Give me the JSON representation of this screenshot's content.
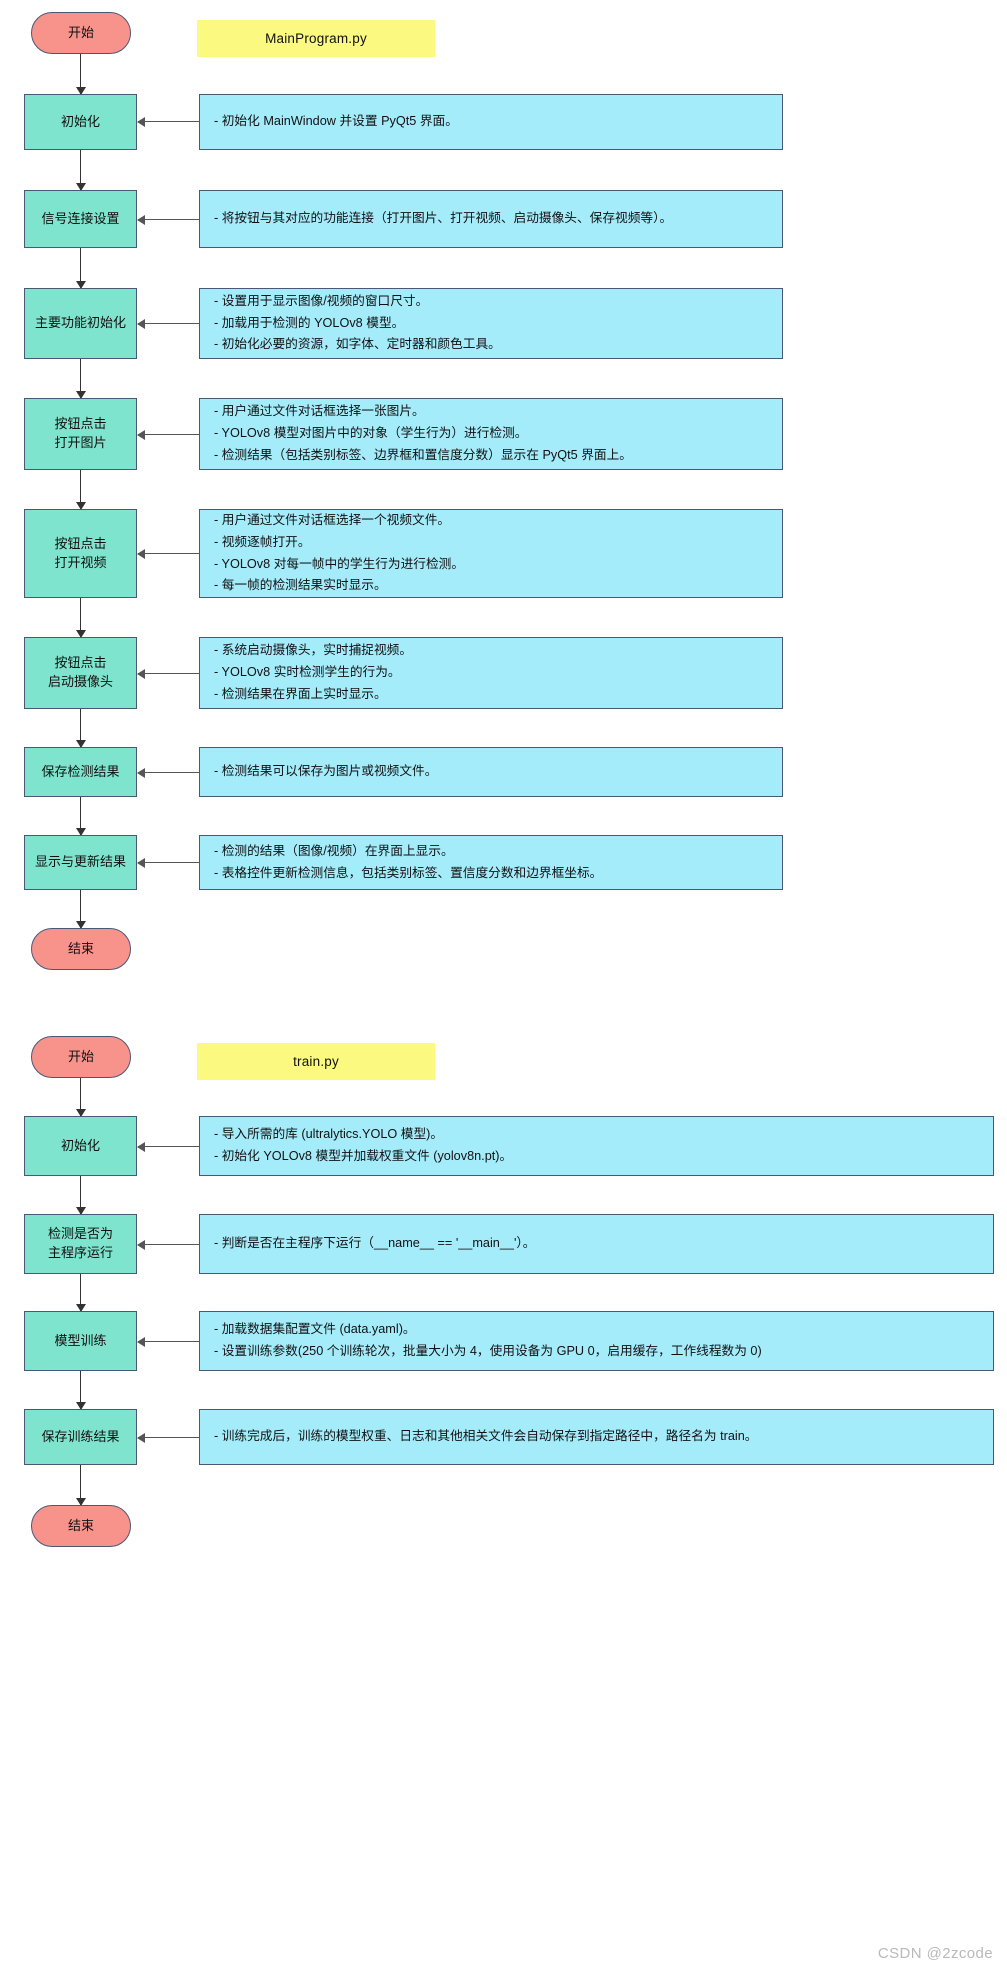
{
  "flowcharts": [
    {
      "title": "MainProgram.py",
      "start_label": "开始",
      "end_label": "结束",
      "steps": [
        {
          "node": "初始化",
          "lines": [
            "- 初始化 MainWindow 并设置 PyQt5 界面。"
          ]
        },
        {
          "node": "信号连接设置",
          "lines": [
            "- 将按钮与其对应的功能连接（打开图片、打开视频、启动摄像头、保存视频等）。"
          ]
        },
        {
          "node": "主要功能初始化",
          "lines": [
            "- 设置用于显示图像/视频的窗口尺寸。",
            "- 加载用于检测的 YOLOv8 模型。",
            "- 初始化必要的资源，如字体、定时器和颜色工具。"
          ]
        },
        {
          "node": "按钮点击\n打开图片",
          "lines": [
            "- 用户通过文件对话框选择一张图片。",
            "- YOLOv8 模型对图片中的对象（学生行为）进行检测。",
            "- 检测结果（包括类别标签、边界框和置信度分数）显示在 PyQt5 界面上。"
          ]
        },
        {
          "node": "按钮点击\n打开视频",
          "lines": [
            "- 用户通过文件对话框选择一个视频文件。",
            "- 视频逐帧打开。",
            "- YOLOv8 对每一帧中的学生行为进行检测。",
            "- 每一帧的检测结果实时显示。"
          ]
        },
        {
          "node": "按钮点击\n启动摄像头",
          "lines": [
            "- 系统启动摄像头，实时捕捉视频。",
            "- YOLOv8 实时检测学生的行为。",
            "- 检测结果在界面上实时显示。"
          ]
        },
        {
          "node": "保存检测结果",
          "lines": [
            "- 检测结果可以保存为图片或视频文件。"
          ]
        },
        {
          "node": "显示与更新结果",
          "lines": [
            "- 检测的结果（图像/视频）在界面上显示。",
            "- 表格控件更新检测信息，包括类别标签、置信度分数和边界框坐标。"
          ]
        }
      ]
    },
    {
      "title": "train.py",
      "start_label": "开始",
      "end_label": "结束",
      "steps": [
        {
          "node": "初始化",
          "lines": [
            "- 导入所需的库 (ultralytics.YOLO 模型)。",
            "- 初始化 YOLOv8 模型并加载权重文件 (yolov8n.pt)。"
          ]
        },
        {
          "node": "检测是否为\n主程序运行",
          "lines": [
            "- 判断是否在主程序下运行（__name__ == '__main__'）。"
          ]
        },
        {
          "node": "模型训练",
          "lines": [
            "- 加载数据集配置文件 (data.yaml)。",
            "- 设置训练参数(250 个训练轮次，批量大小为 4，使用设备为 GPU 0，启用缓存，工作线程数为 0)"
          ]
        },
        {
          "node": "保存训练结果",
          "lines": [
            "- 训练完成后，训练的模型权重、日志和其他相关文件会自动保存到指定路径中，路径名为 train。"
          ]
        }
      ]
    }
  ],
  "watermark": "CSDN @2zcode",
  "colors": {
    "terminator": "#f8938c",
    "process": "#7fe4cd",
    "description": "#a5ecfb",
    "title": "#fbf97f",
    "border": "#4a5878",
    "connector": "#333333"
  }
}
